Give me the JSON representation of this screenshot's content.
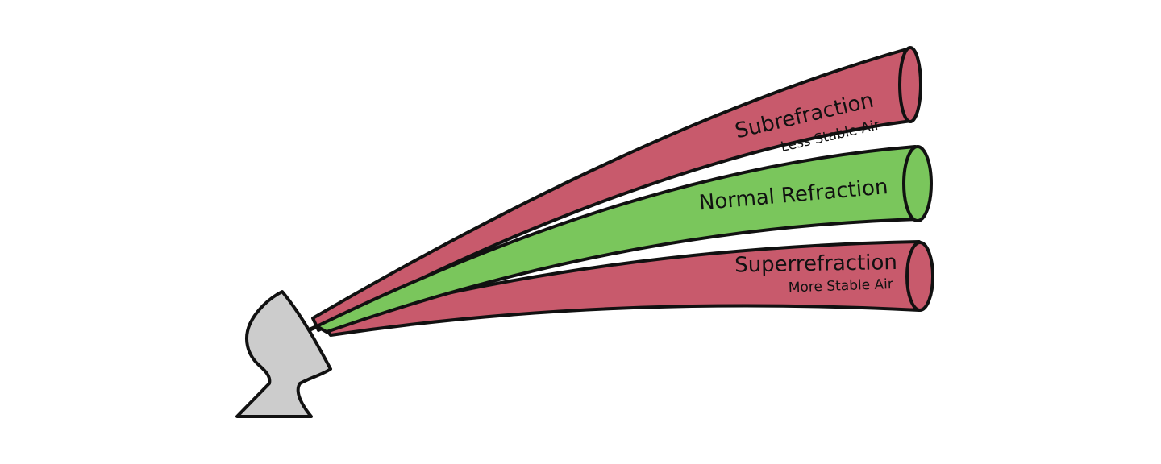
{
  "colors": {
    "subrefraction": "#c85a6c",
    "normal": "#7ac65c",
    "superrefraction": "#c85a6c",
    "radar_dish": "#cccccc",
    "outline": "#111111"
  },
  "beams": {
    "subrefraction": {
      "title": "Subrefraction",
      "subtitle": "Less Stable Air"
    },
    "normal": {
      "title": "Normal Refraction"
    },
    "superrefraction": {
      "title": "Superrefraction",
      "subtitle": "More Stable Air"
    }
  },
  "icons": {
    "radar": "radar-dish-icon"
  }
}
